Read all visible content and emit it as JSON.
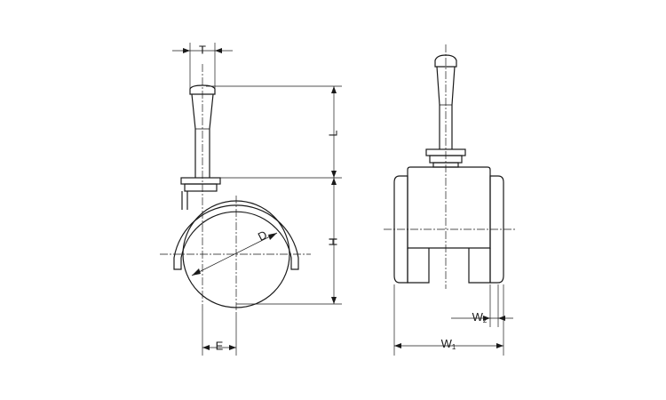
{
  "labels": {
    "T": "T",
    "L": "L",
    "H": "H",
    "D": "D",
    "E": "E",
    "W1_main": "W",
    "W1_sub": "1",
    "W2_main": "W",
    "W2_sub": "2"
  },
  "colors": {
    "line": "#1a1a1a",
    "background": "#ffffff"
  }
}
